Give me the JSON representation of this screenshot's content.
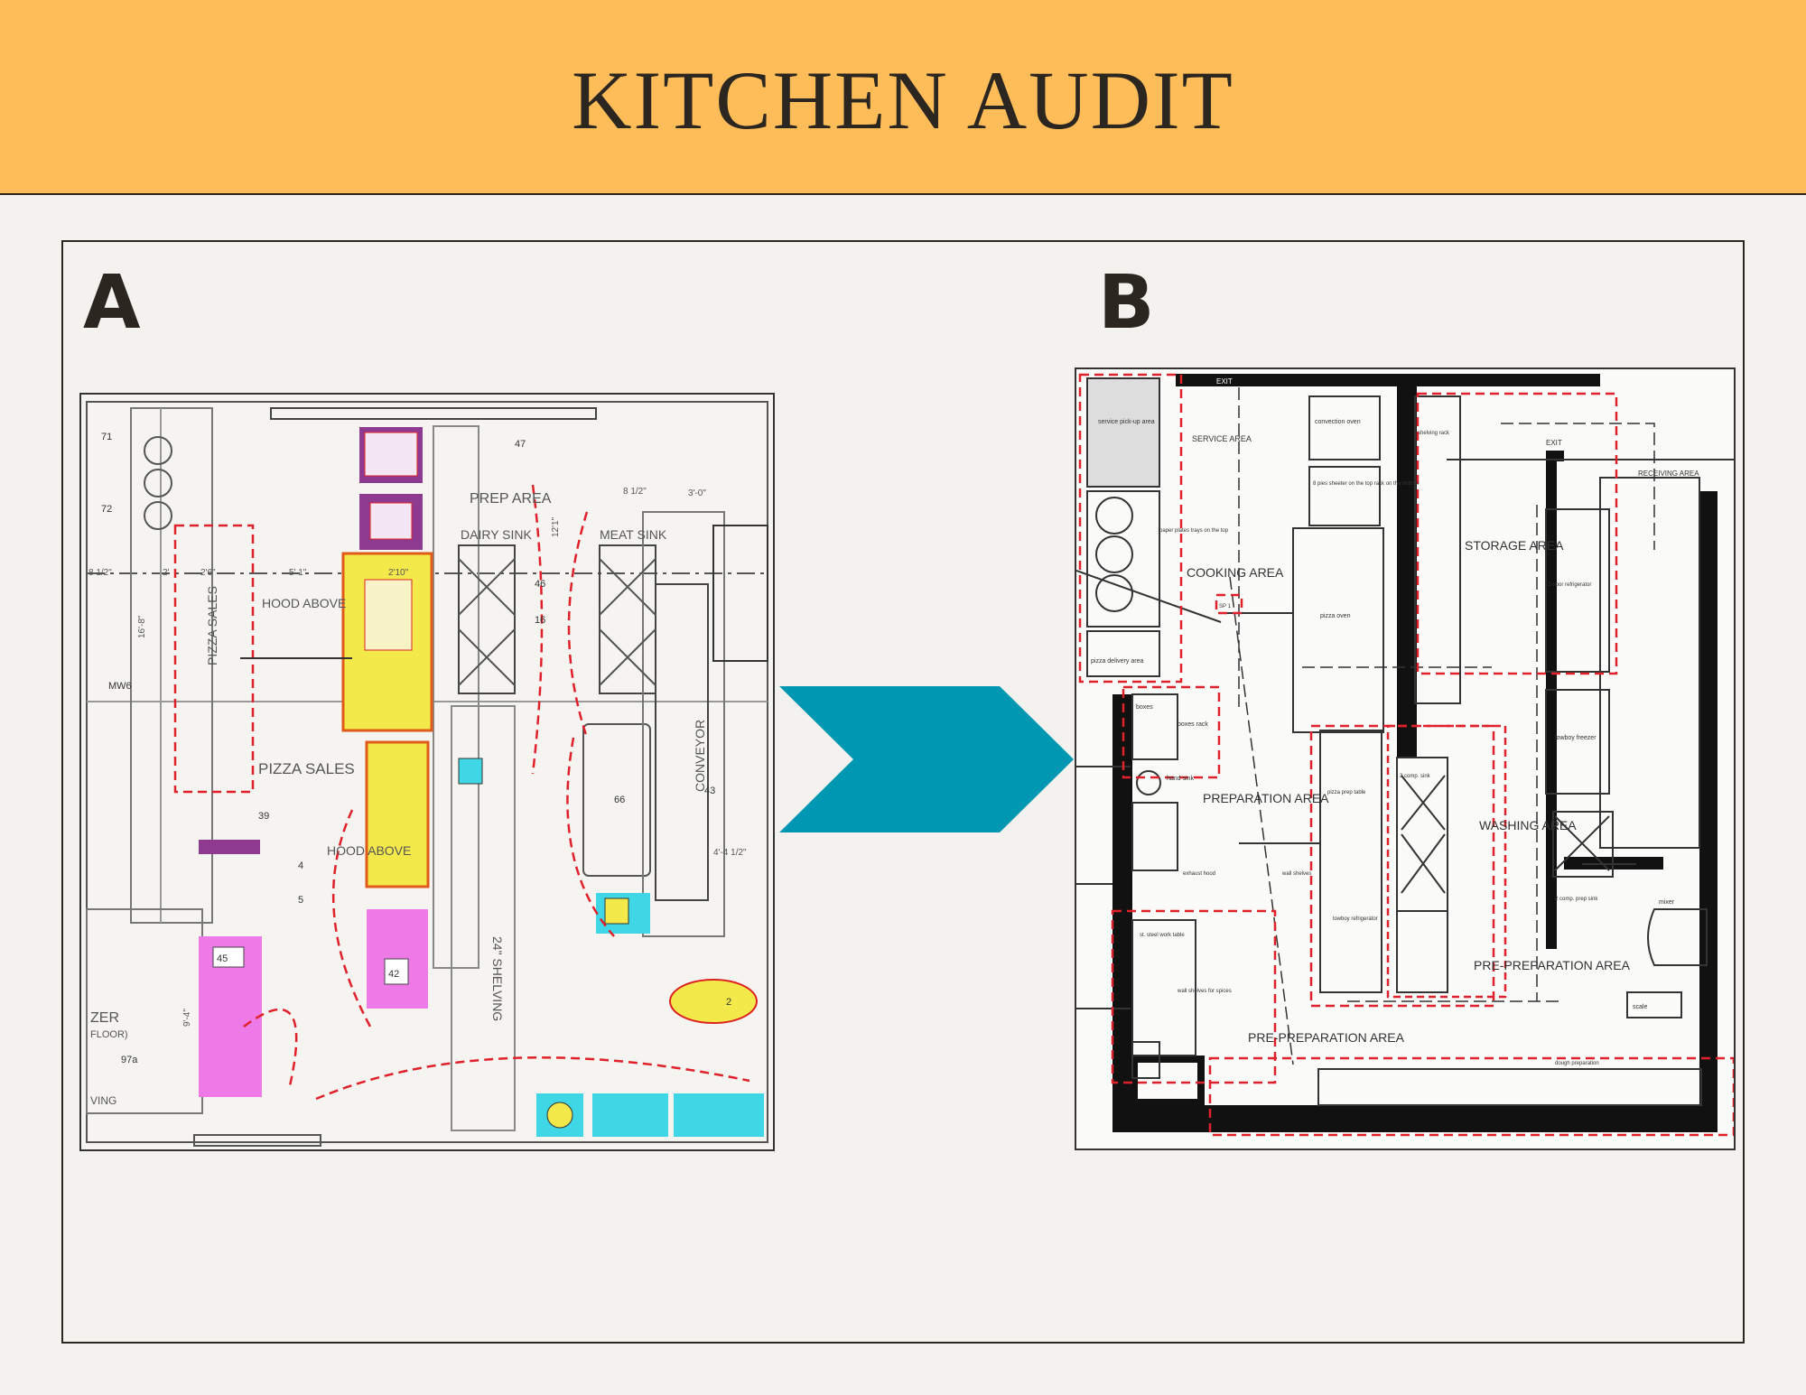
{
  "header": {
    "title": "KITCHEN AUDIT"
  },
  "colors": {
    "header_bg": "#ffbd59",
    "page_bg": "#f3f2ee",
    "text": "#2b2620",
    "arrow": "#0097b2",
    "audit_marker": "#e0202a"
  },
  "panels": {
    "a": {
      "label": "A",
      "zones": {
        "pizza_sales_rotated": "PIZZA SALES",
        "pizza_sales": "PIZZA SALES",
        "hood_above_1": "HOOD ABOVE",
        "hood_above_2": "HOOD ABOVE",
        "prep_area": "PREP AREA",
        "dairy_sink": "DAIRY SINK",
        "meat_sink": "MEAT SINK",
        "conveyor": "CONVEYOR",
        "shelving": "24\" SHELVING",
        "freezer": "ZER",
        "floor": "FLOOR)",
        "ving": "VING"
      },
      "tags": [
        "71",
        "72",
        "MW6",
        "39",
        "4",
        "5",
        "45",
        "42",
        "46",
        "16",
        "66",
        "43",
        "47",
        "2",
        "97a"
      ],
      "dims": [
        "8 1/2\"",
        "2'",
        "2'6\"",
        "5' 1\"",
        "16'-8\"",
        "8 1/2\"",
        "3'-0\"",
        "12'1\"",
        "2'10\"",
        "4'-4 1/2\"",
        "9'-4\""
      ]
    },
    "b": {
      "label": "B",
      "zones": {
        "service_area": "SERVICE AREA",
        "cooking_area": "COOKING AREA",
        "storage_area": "STORAGE AREA",
        "receiving_area": "RECEIVING AREA",
        "preparation_area": "PREPARATION AREA",
        "washing_area": "WASHING AREA",
        "pre_prep_right": "PRE-PREPARATION AREA",
        "pre_prep_bottom": "PRE-PREPARATION AREA",
        "exit": "EXIT",
        "exit_top": "EXIT"
      },
      "labels": {
        "service_pickup": "service pick-up area",
        "pizza_delivery": "pizza delivery area",
        "convection_oven": "convection oven",
        "sheeter": "8 pies sheeter on the top rack on the bottom",
        "pizza_oven": "pizza oven",
        "paper_plates": "paper plates trays on the top",
        "shelving_rack": "shelving rack",
        "two_door_ref": "2-door refrigerator",
        "lowboy_freezer": "lowboy freezer",
        "boxes_rack": "boxes rack",
        "boxes": "boxes",
        "hand_sink": "hand sink",
        "pizza_prep_table": "pizza prep table",
        "lowboy_ref": "lowboy refrigerator",
        "three_comp_sink": "3 comp. sink",
        "two_comp_sink": "2 comp. prep sink",
        "wall_shelves": "wall shelves",
        "ss_work_table": "st. steel work table",
        "wall_shelves_spices": "wall shelves for spices",
        "exhaust_hood": "exhaust hood",
        "mixer": "mixer",
        "scale": "scale",
        "dough_prep": "dough preparation",
        "area_tag": "SP 1"
      }
    }
  }
}
